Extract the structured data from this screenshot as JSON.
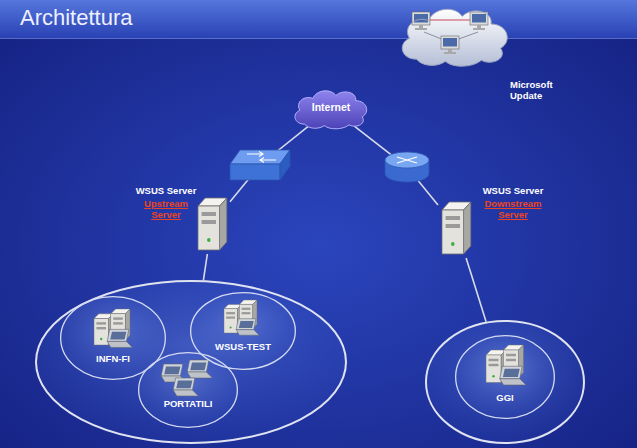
{
  "diagram": {
    "title": "Architettura",
    "nodes": [
      {
        "text": [
          "Microsoft Update"
        ]
      },
      {
        "text": [
          "Internet"
        ]
      },
      {
        "text": [
          "WSUS Server",
          "Upstream Server"
        ]
      },
      {
        "text": [
          "WSUS Server",
          "Downstream Server"
        ]
      },
      {
        "text": []
      },
      {
        "text": [
          "INFN-FI"
        ],
        "in": 4
      },
      {
        "text": [
          "WSUS-TEST"
        ],
        "in": 4
      },
      {
        "text": [
          "PORTATILI"
        ],
        "in": 4
      },
      {
        "text": []
      },
      {
        "text": [
          "GGI"
        ],
        "in": 8
      }
    ],
    "edges": [
      {
        "from": 1,
        "to": 2,
        "arrow": "none"
      },
      {
        "from": 1,
        "to": 3,
        "arrow": "none"
      },
      {
        "from": 2,
        "to": 4,
        "arrow": "none"
      },
      {
        "from": 3,
        "to": 8,
        "arrow": "none"
      }
    ]
  }
}
